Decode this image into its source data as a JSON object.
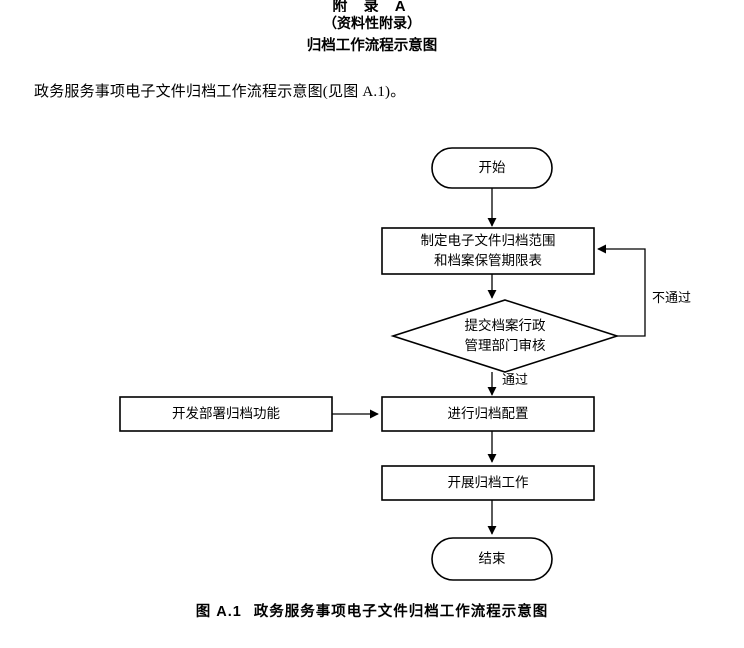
{
  "page": {
    "background_color": "#ffffff",
    "ink_color": "#000000"
  },
  "header": {
    "appendix_label": "附  录  A",
    "appendix_kind": "（资料性附录）",
    "appendix_title": "归档工作流程示意图"
  },
  "body": {
    "paragraph": "政务服务事项电子文件归档工作流程示意图(见图 A.1)。"
  },
  "flowchart": {
    "nodes": [
      {
        "id": "start",
        "shape": "terminator",
        "label": "开始"
      },
      {
        "id": "scope",
        "shape": "process",
        "line1": "制定电子文件归档范围",
        "line2": "和档案保管期限表"
      },
      {
        "id": "review",
        "shape": "decision",
        "line1": "提交档案行政",
        "line2": "管理部门审核"
      },
      {
        "id": "develop",
        "shape": "process",
        "label": "开发部署归档功能"
      },
      {
        "id": "config",
        "shape": "process",
        "label": "进行归档配置"
      },
      {
        "id": "work",
        "shape": "process",
        "label": "开展归档工作"
      },
      {
        "id": "end",
        "shape": "terminator",
        "label": "结束"
      }
    ],
    "edge_labels": {
      "fail": "不通过",
      "pass": "通过"
    }
  },
  "caption": {
    "number": "图 A.1",
    "text": "政务服务事项电子文件归档工作流程示意图"
  }
}
